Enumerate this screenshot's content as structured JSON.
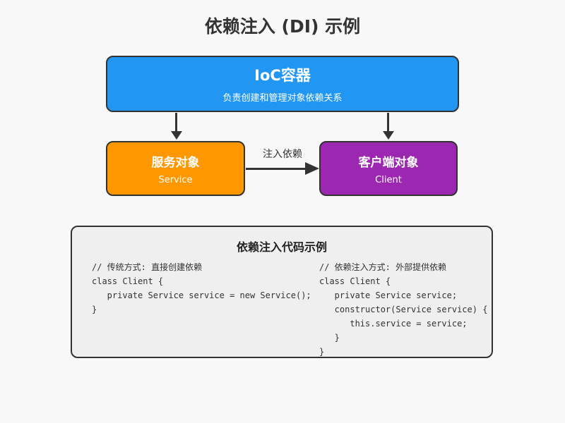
{
  "page": {
    "title": "依赖注入 (DI) 示例",
    "background_color": "#f8f8f8"
  },
  "diagram": {
    "ioc_container": {
      "title": "IoC容器",
      "subtitle": "负责创建和管理对象依赖关系",
      "color": "#2196F3"
    },
    "service_box": {
      "title": "服务对象",
      "subtitle": "Service",
      "color": "#FF9800"
    },
    "client_box": {
      "title": "客户端对象",
      "subtitle": "Client",
      "color": "#9C27B0"
    },
    "injection_arrow": {
      "label": "注入依赖",
      "color": "#333333"
    }
  },
  "code_panel": {
    "title": "依赖注入代码示例",
    "background_color": "#efefef",
    "left_code": "// 传统方式: 直接创建依赖\nclass Client {\n   private Service service = new Service();\n}",
    "right_code": "// 依赖注入方式: 外部提供依赖\nclass Client {\n   private Service service;\n   constructor(Service service) {\n      this.service = service;\n   }\n}"
  }
}
